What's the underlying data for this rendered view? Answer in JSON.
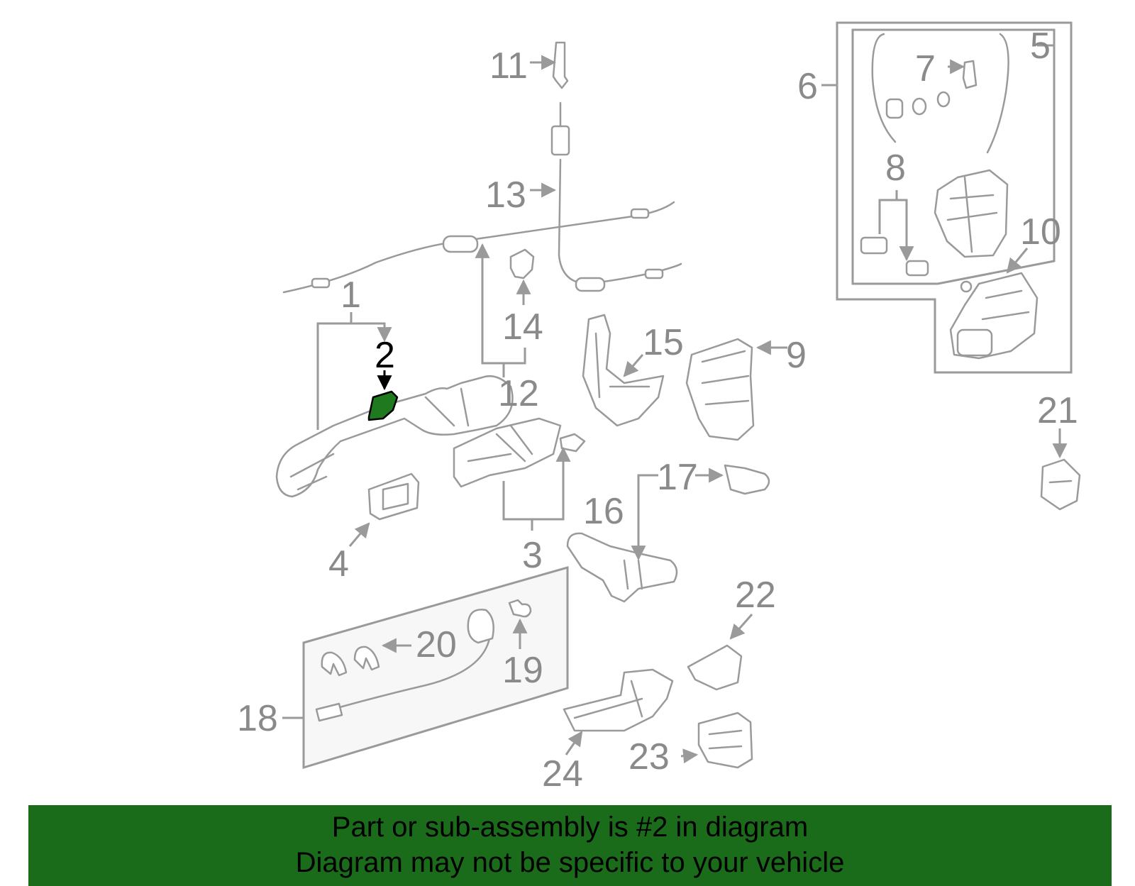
{
  "colors": {
    "highlight_part": "#1f7a1f",
    "banner_background": "#1a6b1a",
    "line_art": "#9a9a9a"
  },
  "highlighted_part": "2",
  "callouts": [
    "1",
    "2",
    "3",
    "4",
    "5",
    "6",
    "7",
    "8",
    "9",
    "10",
    "11",
    "12",
    "13",
    "14",
    "15",
    "16",
    "17",
    "18",
    "19",
    "20",
    "21",
    "22",
    "23",
    "24"
  ],
  "banner": {
    "line1": "Part or sub-assembly is #2 in diagram",
    "line2": "Diagram may not be specific to your vehicle"
  }
}
